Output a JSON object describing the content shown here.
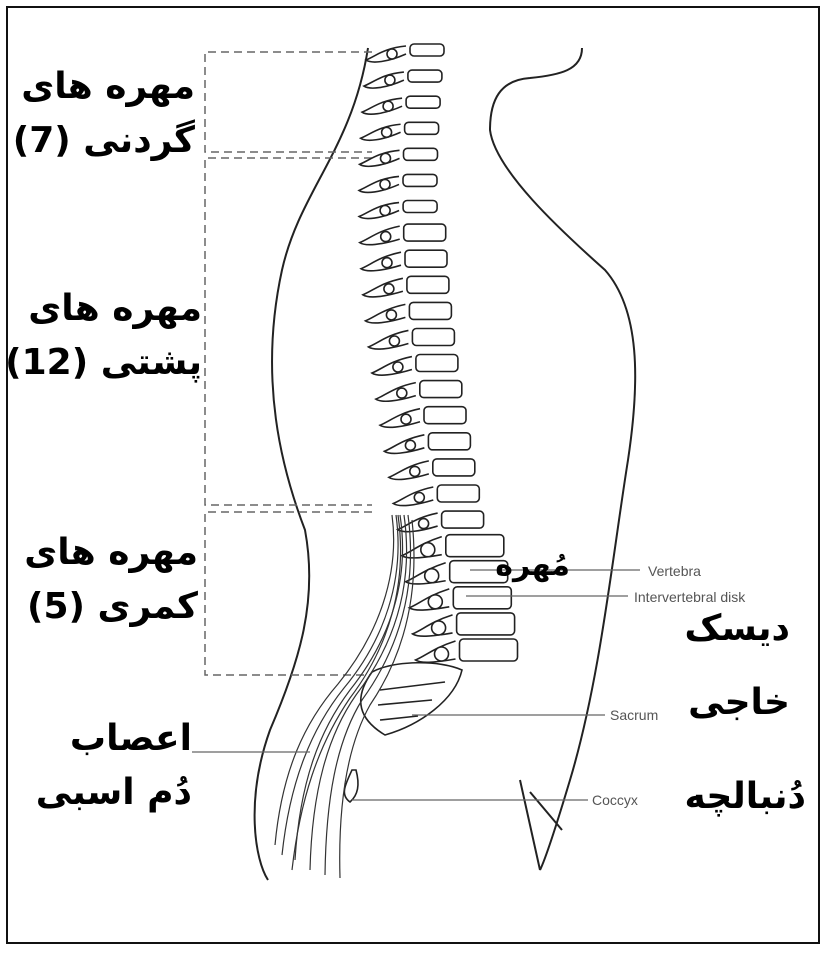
{
  "regions": {
    "cervical": {
      "line1": "مهره های",
      "line2": "گردنی (7)"
    },
    "thoracic": {
      "line1": "مهره های",
      "line2": "پشتی (12)"
    },
    "lumbar": {
      "line1": "مهره های",
      "line2": "کمری (5)"
    },
    "cauda": {
      "line1": "اعصاب",
      "line2": "دُم اسبی"
    }
  },
  "labels": {
    "vertebra_fa": "مُهره",
    "vertebra_en": "Vertebra",
    "disk_en": "Intervertebral disk",
    "disk_fa": "دیسک",
    "sacrum_en": "Sacrum",
    "sacrum_fa": "خاجی",
    "coccyx_en": "Coccyx",
    "coccyx_fa": "دُنبالچه"
  }
}
